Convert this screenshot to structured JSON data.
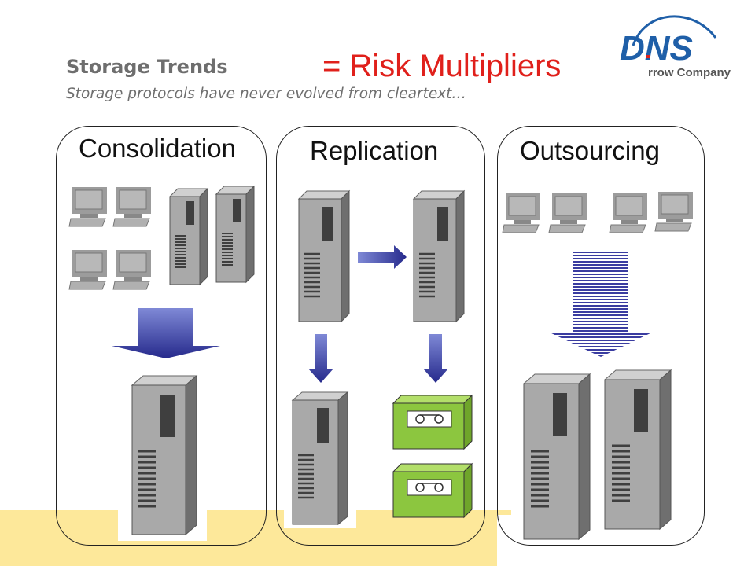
{
  "header": {
    "title": "Storage Trends",
    "title_suffix": "= Risk Multipliers",
    "subtitle": "Storage protocols have never evolved from cleartext…"
  },
  "logo": {
    "letters": "DNS",
    "subtext": "rrow Company"
  },
  "panels": [
    {
      "label": "Consolidation"
    },
    {
      "label": "Replication"
    },
    {
      "label": "Outsourcing"
    }
  ],
  "colors": {
    "risk_red": "#e0201b",
    "title_gray": "#6e6e6e",
    "band_yellow": "#fde89a",
    "tape_green": "#8cc63f",
    "arrow_blue": "#3a3c9a",
    "logo_blue": "#1f5fa8"
  }
}
